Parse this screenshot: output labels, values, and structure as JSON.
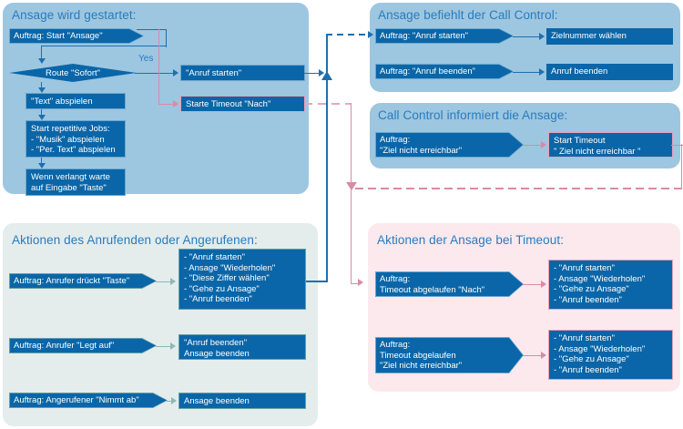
{
  "diagram": {
    "title_semantic": "Ansage / Call Control Ablaufdiagramm",
    "colors": {
      "panel_blue": "#9dc6e0",
      "panel_grey": "#e4ecec",
      "panel_pink": "#fbe9ee",
      "node_fill": "#0a66a8",
      "heading_text": "#2a7bbd",
      "connector_blue": "#1f6fae",
      "connector_pink": "#d98aa6",
      "connector_teal": "#8fb8b8"
    }
  },
  "panels": {
    "start": {
      "heading": "Ansage wird gestartet:",
      "nodes": {
        "auftrag_start": "Auftrag: Start \"Ansage\"",
        "route_sofort": "Route \"Sofort\"",
        "yes_label": "Yes",
        "text_abspielen": "\"Text\" abspielen",
        "repetitive_jobs": "Start repetitive Jobs:\n- \"Musik\" abspielen\n- \"Per. Text\" abspielen",
        "warte_eingabe": "Wenn verlangt warte\nauf Eingabe \"Taste\"",
        "anruf_starten": "\"Anruf starten\"",
        "starte_timeout_nach": "Starte Timeout \"Nach\""
      }
    },
    "call_control_befehl": {
      "heading": "Ansage befiehlt der Call Control:",
      "rows": [
        {
          "trigger": "Auftrag: \"Anruf starten\"",
          "result": "Zielnummer wählen"
        },
        {
          "trigger": "Auftrag: \"Anruf beenden\"",
          "result": "Anruf beenden"
        }
      ]
    },
    "call_control_info": {
      "heading": "Call Control informiert die Ansage:",
      "rows": [
        {
          "trigger": "Auftrag:\n\"Ziel nicht erreichbar\"",
          "result": "Start Timeout\n\" Ziel nicht erreichbar \""
        }
      ]
    },
    "aktionen_anrufer": {
      "heading": "Aktionen des Anrufenden oder Angerufenen:",
      "rows": [
        {
          "trigger": "Auftrag: Anrufer drückt \"Taste\"",
          "result": "- \"Anruf starten\"\n- Ansage \"Wiederholen\"\n- \"Diese Ziffer wählen\"\n- \"Gehe zu Ansage\"\n- \"Anruf beenden\""
        },
        {
          "trigger": "Auftrag: Anrufer \"Legt auf\"",
          "result": "\"Anruf beenden\"\nAnsage beenden"
        },
        {
          "trigger": "Auftrag: Angerufener \"Nimmt ab\"",
          "result": "Ansage beenden"
        }
      ]
    },
    "aktionen_timeout": {
      "heading": "Aktionen der Ansage bei Timeout:",
      "rows": [
        {
          "trigger": "Auftrag:\nTimeout abgelaufen \"Nach\"",
          "result": "- \"Anruf starten\"\n- Ansage \"Wiederholen\"\n- \"Gehe zu Ansage\"\n- \"Anruf beenden\""
        },
        {
          "trigger": "Auftrag:\nTimeout abgelaufen\n\"Ziel nicht erreichbar\"",
          "result": "- \"Anruf starten\"\n- Ansage \"Wiederholen\"\n- \"Gehe zu Ansage\"\n- \"Anruf beenden\""
        }
      ]
    }
  }
}
